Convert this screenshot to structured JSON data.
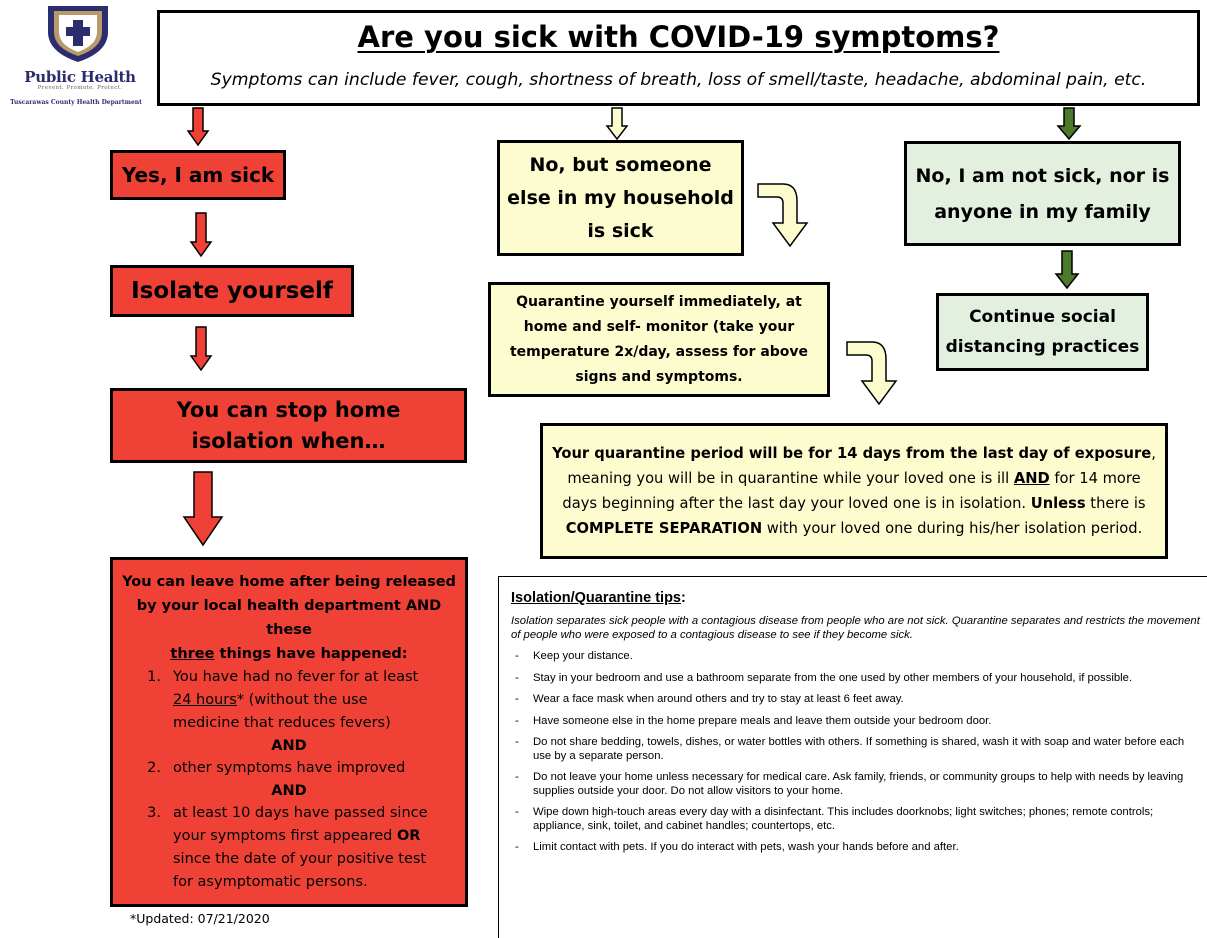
{
  "logo": {
    "name": "Public Health",
    "tagline": "Prevent. Promote. Protect.",
    "department": "Tuscarawas County Health Department",
    "icon": "shield-cross-icon",
    "colors": {
      "shield": "#2b2d6e",
      "inner": "#b89a6a"
    }
  },
  "header": {
    "title": "Are you sick with COVID-19 symptoms?",
    "subtitle": "Symptoms can include fever, cough, shortness of breath, loss of smell/taste, headache, abdominal pain, etc."
  },
  "left": {
    "yes": "Yes, I am sick",
    "isolate": "Isolate yourself",
    "stop_line1": "You can stop home",
    "stop_line2": "isolation when…",
    "leave_line1": "You can leave home after being released",
    "leave_line2": "by your local health department AND",
    "leave_line3": "these",
    "leave_three": "three",
    "leave_line4_rest": " things have happened:",
    "item1_num": "1.",
    "item1_a": "You have had no fever for at least",
    "item1_hours": "24 hours",
    "item1_b": "* (without the use",
    "item1_c": "medicine that reduces fevers)",
    "and1": "AND",
    "item2_num": "2.",
    "item2": "other symptoms have improved",
    "and2": "AND",
    "item3_num": "3.",
    "item3_a": "at least 10 days have passed since",
    "item3_b": "your symptoms first appeared ",
    "item3_or": "OR",
    "item3_c": "since the date of your positive test",
    "item3_d": "for asymptomatic persons.",
    "updated": "*Updated: 07/21/2020"
  },
  "middle": {
    "someone_line1": "No, but someone",
    "someone_line2": "else in my household",
    "someone_line3": "is sick",
    "quarantine_line1": "Quarantine yourself immediately, at",
    "quarantine_line2": "home and self- monitor (take your",
    "quarantine_line3": "temperature 2x/day, assess for above",
    "quarantine_line4": "signs and symptoms.",
    "period_bold1": "Your quarantine period will be for 14 days from the last day of exposure",
    "period_comma": ",",
    "period_a": "meaning you will be in quarantine while your loved one is ill ",
    "period_and": "AND",
    "period_b": " for 14 more",
    "period_c": "days beginning after the last day your loved one is in isolation. ",
    "period_unless": "Unless",
    "period_d": " there is",
    "period_complete": "COMPLETE SEPARATION",
    "period_e": " with your loved one during his/her isolation period."
  },
  "right": {
    "notsick_line1": "No, I am not sick, nor is",
    "notsick_line2": "anyone in my family",
    "continue_line1": "Continue social",
    "continue_line2": "distancing practices"
  },
  "tips": {
    "title": "Isolation/Quarantine tips",
    "title_colon": ":",
    "intro": "Isolation separates sick people with a contagious disease from people who are not sick. Quarantine separates and restricts the movement of people who were exposed to a contagious disease to see if they become sick.",
    "dash": "-",
    "items": [
      "Keep your distance.",
      "Stay in your bedroom and use a bathroom separate from the one used by other members of your household, if possible.",
      "Wear a face mask when around others and try to stay at least 6 feet away.",
      "Have someone else in the home prepare meals and leave them outside your bedroom door.",
      "Do not share bedding, towels, dishes, or water bottles with others. If something is shared, wash it with soap and water before each use by a separate person.",
      "Do not leave your home unless necessary for medical care. Ask family, friends, or community groups to help with needs by leaving supplies outside your door. Do not allow visitors to your home.",
      "Wipe down high-touch areas every day with a disinfectant. This includes doorknobs; light switches; phones; remote controls; appliance, sink, toilet, and cabinet handles; countertops, etc.",
      "Limit contact with pets. If you do interact with pets, wash your hands before and after."
    ]
  },
  "colors": {
    "red": "#ef4136",
    "yellow": "#fdfccf",
    "green": "#e3f0df",
    "green_arrow": "#4a7a2a"
  }
}
